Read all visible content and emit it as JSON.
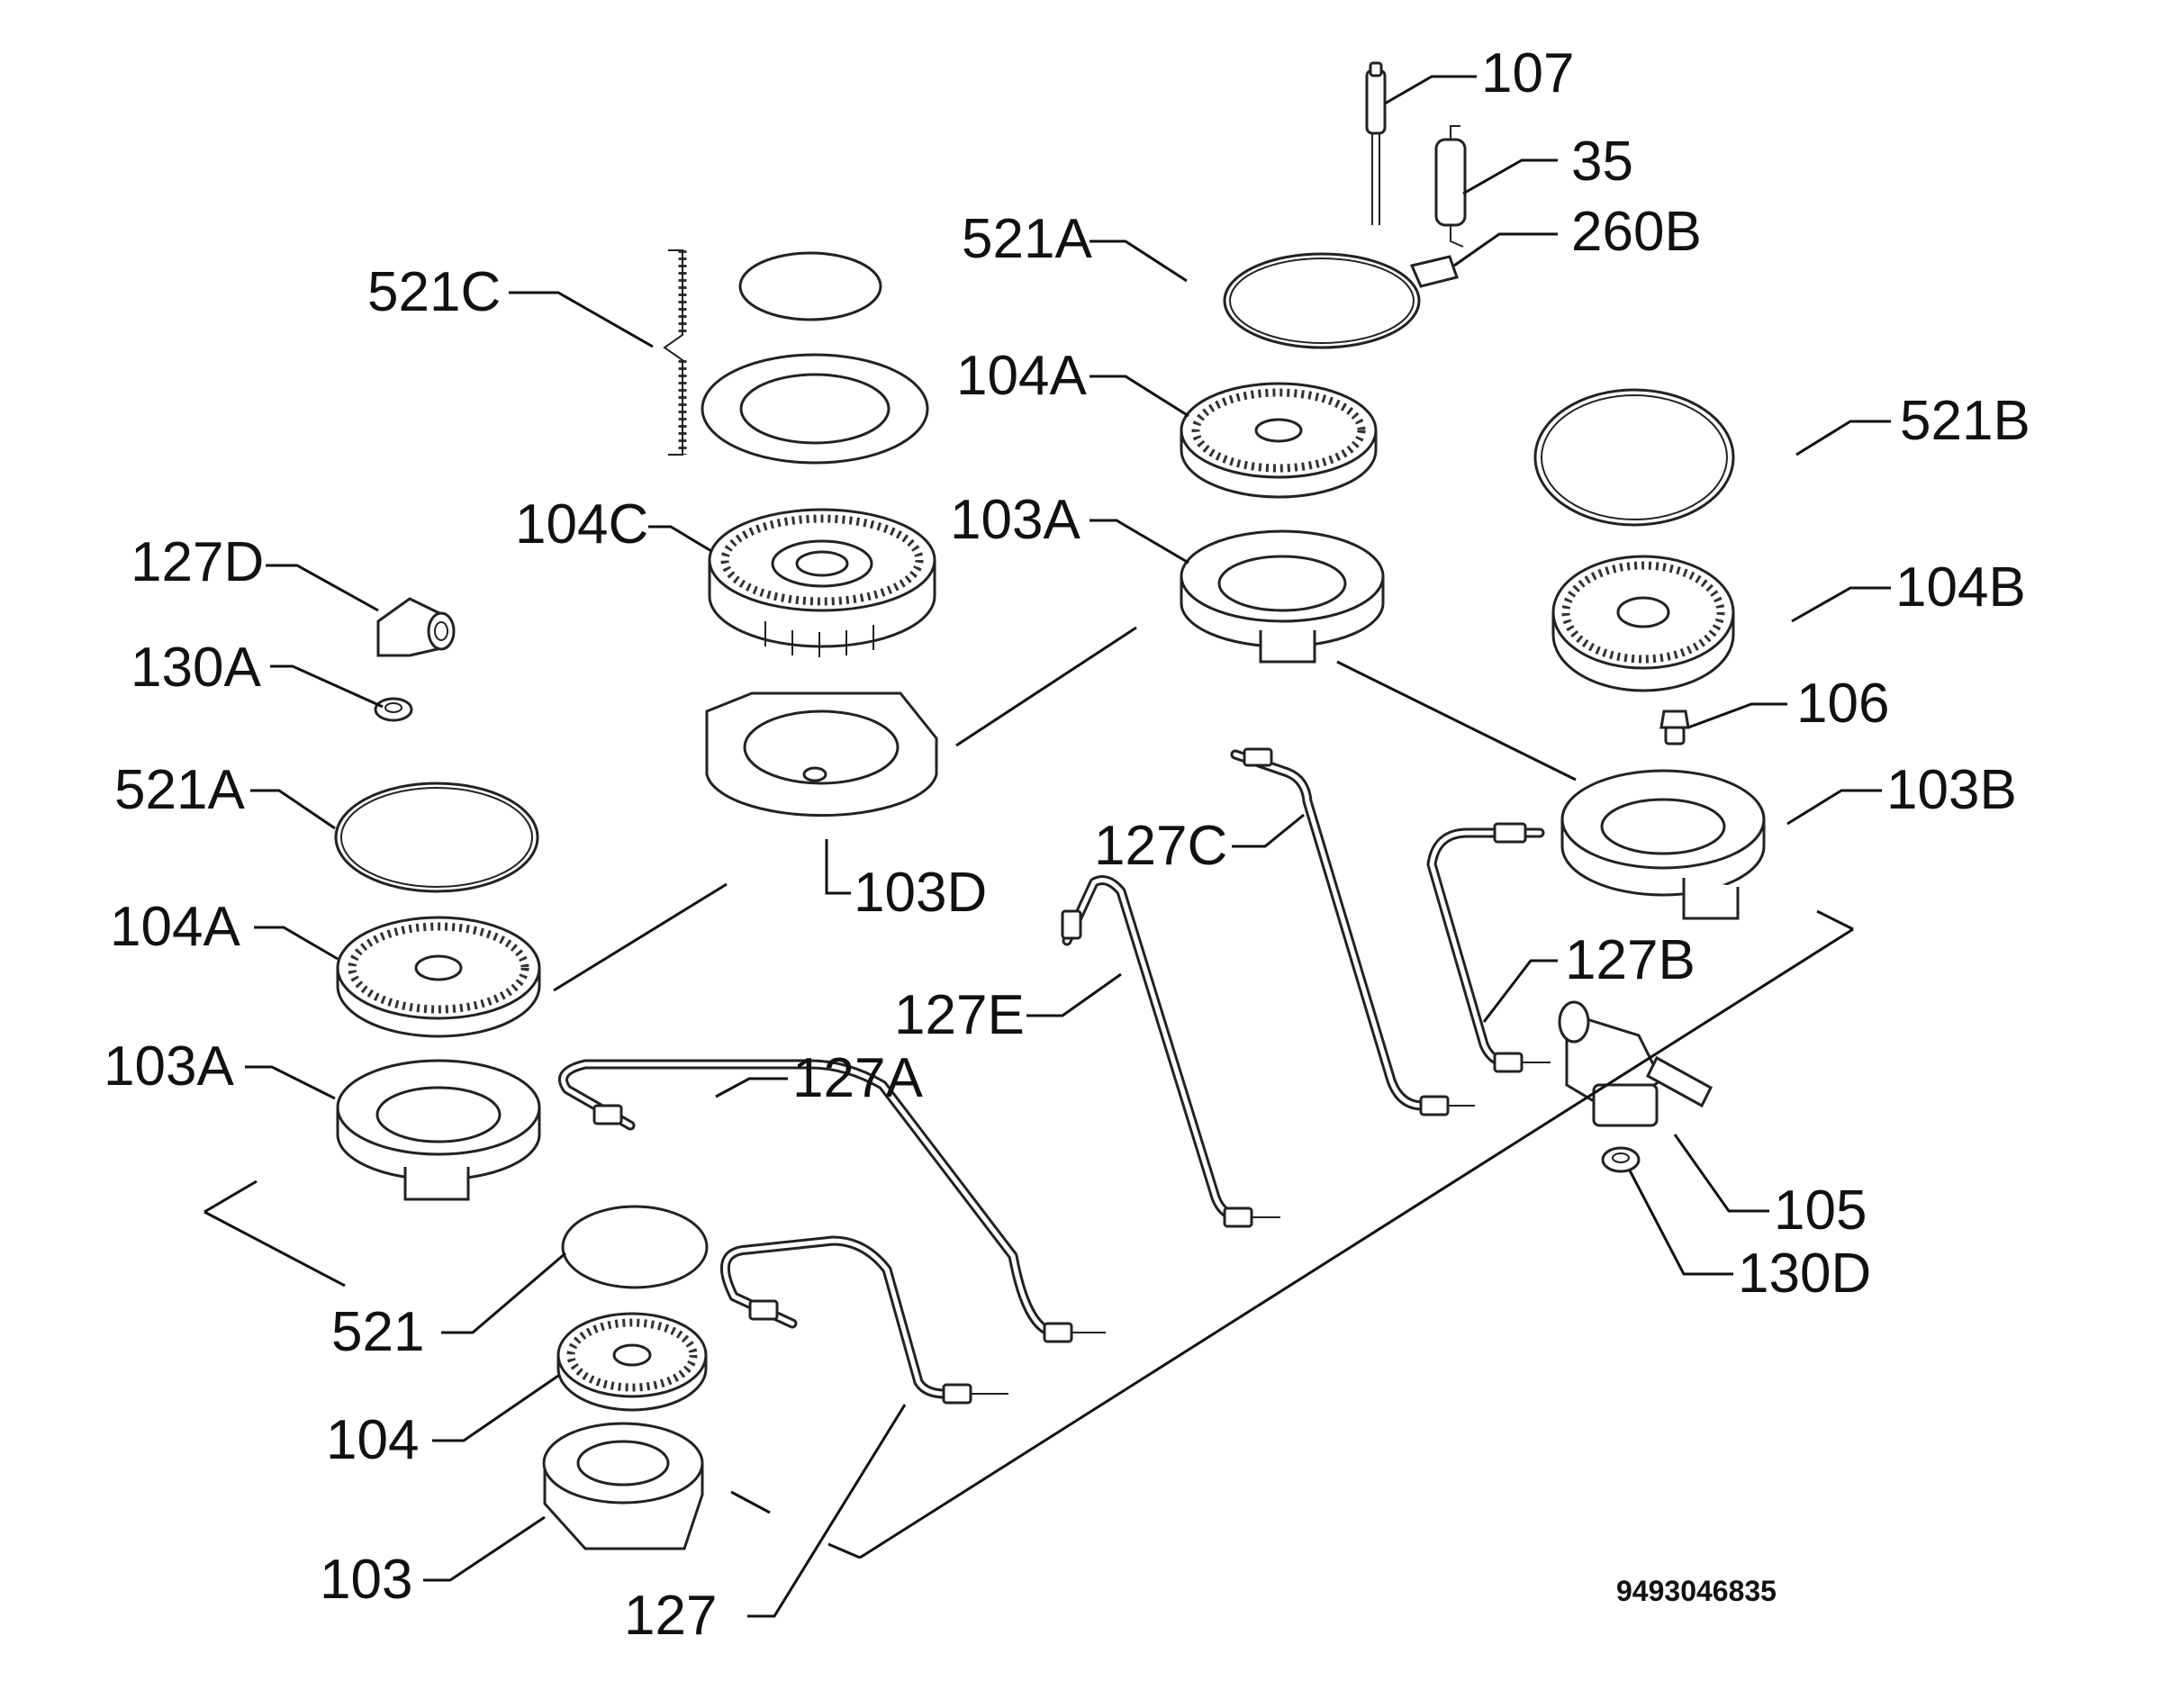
{
  "labels": {
    "p107": "107",
    "p35": "35",
    "p260b": "260B",
    "p521a_top": "521A",
    "p521c": "521C",
    "p104a_top": "104A",
    "p521b": "521B",
    "p104c": "104C",
    "p103a_top": "103A",
    "p127d": "127D",
    "p104b": "104B",
    "p130a": "130A",
    "p106": "106",
    "p521a_left": "521A",
    "p103b": "103B",
    "p127c": "127C",
    "p103d": "103D",
    "p104a_left": "104A",
    "p127b": "127B",
    "p127e": "127E",
    "p103a_left": "103A",
    "p127a": "127A",
    "p105": "105",
    "p130d": "130D",
    "p521": "521",
    "p104": "104",
    "p103": "103",
    "p127": "127"
  },
  "doc_number": "9493046835"
}
